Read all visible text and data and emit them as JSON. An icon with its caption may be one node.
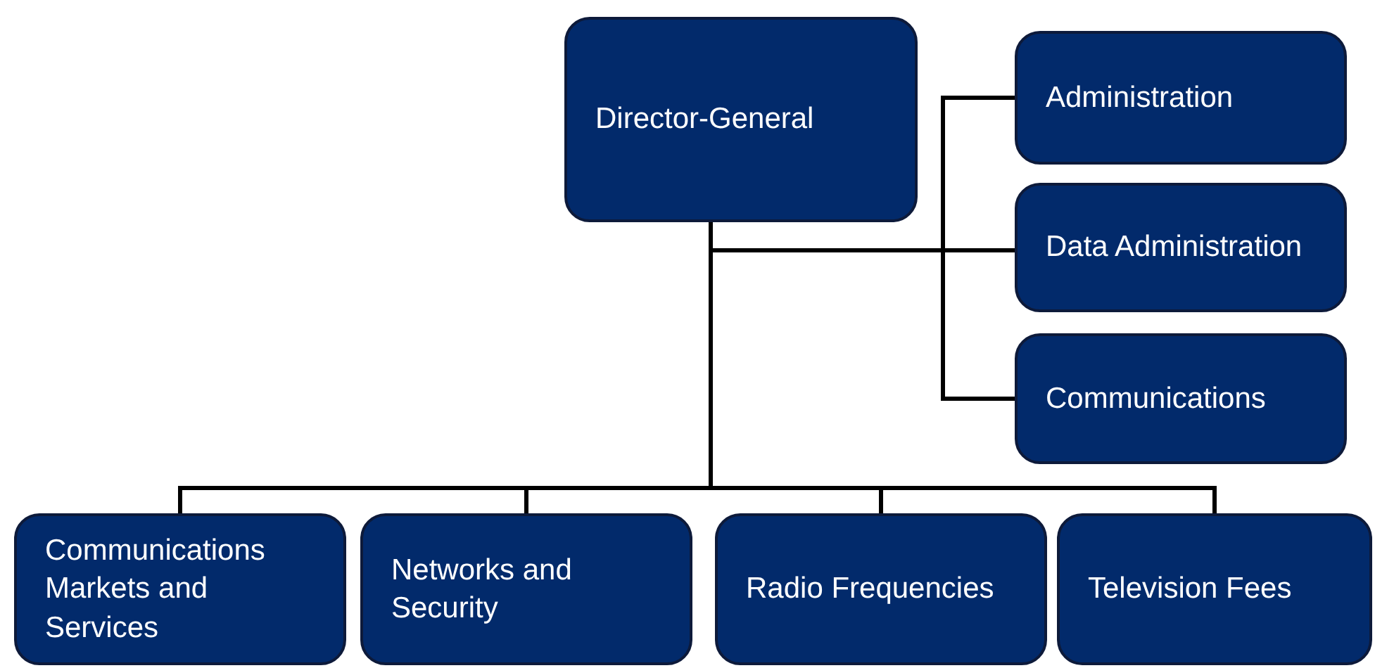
{
  "diagram": {
    "nodes": [
      {
        "text": [
          "Director-General"
        ]
      },
      {
        "text": [
          "Administration"
        ]
      },
      {
        "text": [
          "Data Administration"
        ]
      },
      {
        "text": [
          "Communications"
        ]
      },
      {
        "text": [
          "Communications Markets and Services"
        ]
      },
      {
        "text": [
          "Networks and Security"
        ]
      },
      {
        "text": [
          "Radio Frequencies"
        ]
      },
      {
        "text": [
          "Television Fees"
        ]
      }
    ],
    "edges": [
      {
        "from": 0,
        "to": 1,
        "arrow": "none"
      },
      {
        "from": 0,
        "to": 2,
        "arrow": "none"
      },
      {
        "from": 0,
        "to": 3,
        "arrow": "none"
      },
      {
        "from": 0,
        "to": 4,
        "arrow": "none"
      },
      {
        "from": 0,
        "to": 5,
        "arrow": "none"
      },
      {
        "from": 0,
        "to": 6,
        "arrow": "none"
      },
      {
        "from": 0,
        "to": 7,
        "arrow": "none"
      }
    ]
  }
}
